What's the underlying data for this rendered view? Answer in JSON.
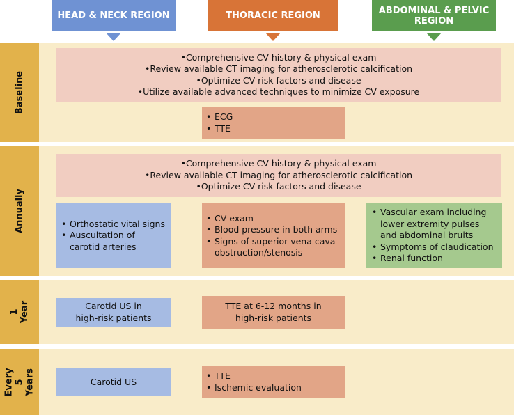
{
  "colors": {
    "head_neck": "#6f92d3",
    "thoracic": "#d87437",
    "abdominal": "#5a9d4e",
    "band": "#f9ecc9",
    "label_tab": "#e2b24b",
    "general_box": "#f1cdc1",
    "thoracic_box": "#e2a587",
    "head_neck_box": "#a6bbe3",
    "abdominal_box": "#a5c98e"
  },
  "regions": {
    "head_neck": "HEAD & NECK REGION",
    "thoracic": "THORACIC REGION",
    "abdominal": "ABDOMINAL & PELVIC\nREGION"
  },
  "rows": {
    "baseline": {
      "label": "Baseline",
      "general": [
        "Comprehensive CV history & physical exam",
        "Review available CT imaging for atherosclerotic calcification",
        "Optimize CV risk factors and disease",
        "Utilize available advanced techniques to minimize CV exposure"
      ],
      "thoracic": [
        "ECG",
        "TTE"
      ]
    },
    "annually": {
      "label": "Annually",
      "general": [
        "Comprehensive CV history & physical exam",
        "Review available CT imaging for atherosclerotic calcification",
        "Optimize CV risk factors and disease"
      ],
      "head_neck": [
        "Orthostatic vital signs",
        "Auscultation of carotid arteries"
      ],
      "thoracic": [
        "CV exam",
        "Blood pressure in both arms",
        "Signs of superior vena cava obstruction/stenosis"
      ],
      "abdominal": [
        "Vascular exam including lower extremity pulses and abdominal bruits",
        "Symptoms of claudication",
        "Renal function"
      ]
    },
    "one_year": {
      "label": "1 Year",
      "head_neck": "Carotid US in\nhigh-risk patients",
      "thoracic": "TTE at 6-12 months in\nhigh-risk patients"
    },
    "five_years": {
      "label": "Every 5\nYears",
      "head_neck": "Carotid US",
      "thoracic": [
        "TTE",
        "Ischemic evaluation"
      ]
    }
  }
}
